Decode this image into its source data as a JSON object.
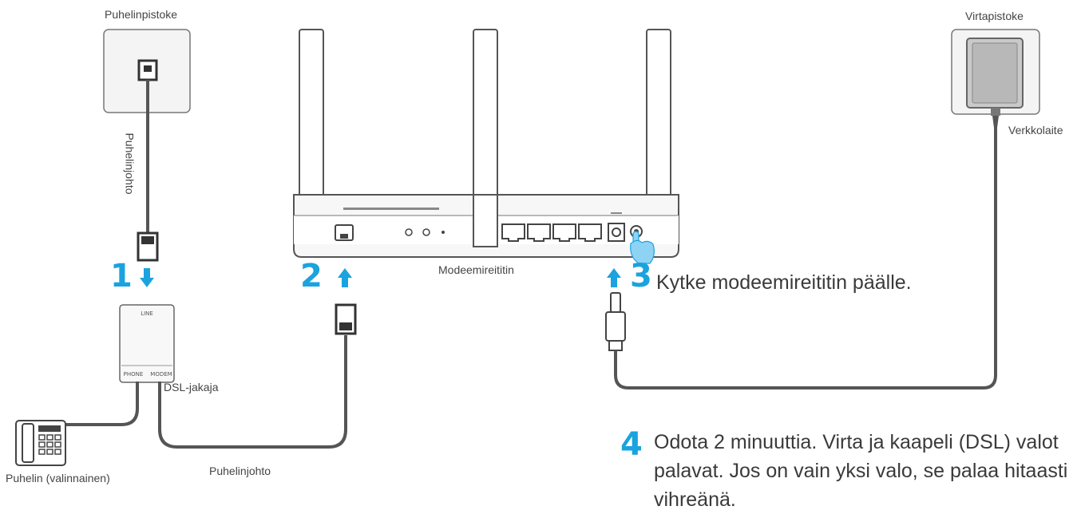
{
  "labels": {
    "phone_jack": "Puhelinpistoke",
    "phone_cord_vertical": "Puhelinjohto",
    "phone_cord_bottom": "Puhelinjohto",
    "splitter": "DSL-jakaja",
    "phone_optional": "Puhelin (valinnainen)",
    "modem_router": "Modeemireititin",
    "power_outlet": "Virtapistoke",
    "power_adapter": "Verkkolaite",
    "splitter_line_port": "LINE",
    "splitter_phone_port": "PHONE",
    "splitter_modem_port": "MODEM"
  },
  "steps": [
    {
      "number": "1"
    },
    {
      "number": "2"
    },
    {
      "number": "3",
      "text": "Kytke modeemireititin päälle."
    },
    {
      "number": "4",
      "lines": [
        "Odota 2 minuuttia. Virta ja kaapeli (DSL) valot",
        "palavat. Jos on vain yksi valo, se palaa hitaasti",
        "vihreänä."
      ]
    }
  ],
  "colors": {
    "accent": "#1aa3df",
    "line": "#555555",
    "outline": "#6b6b6b",
    "device_fill": "#f2f2f2",
    "adapter_fill": "#c9c9c9"
  }
}
